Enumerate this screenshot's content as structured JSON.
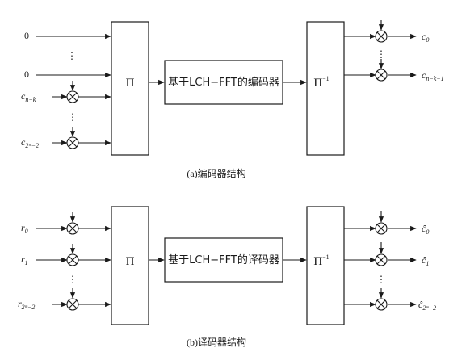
{
  "encoder": {
    "caption": "(a)编码器结构",
    "center_label": "基于LCH−FFT的编码器",
    "perm": "Π",
    "perm_inv_base": "Π",
    "perm_inv_sup": "−1",
    "inputs": {
      "zero_top": "0",
      "vdots_1": "⋮",
      "zero_mid": "0",
      "c_nk_base": "c",
      "c_nk_sub": "n−k",
      "vdots_2": "⋮",
      "c_last_base": "c",
      "c_last_sub": "2ᵐ−2"
    },
    "outputs": {
      "c0_base": "c",
      "c0_sub": "0",
      "vdots": "⋮",
      "cnk1_base": "c",
      "cnk1_sub": "n−k−1"
    }
  },
  "decoder": {
    "caption": "(b)译码器结构",
    "center_label": "基于LCH−FFT的译码器",
    "perm": "Π",
    "perm_inv_base": "Π",
    "perm_inv_sup": "−1",
    "inputs": {
      "r0_base": "r",
      "r0_sub": "0",
      "r1_base": "r",
      "r1_sub": "1",
      "vdots": "⋮",
      "rlast_base": "r",
      "rlast_sub": "2ᵐ−2"
    },
    "outputs": {
      "c0_base": "ĉ",
      "c0_sub": "0",
      "c1_base": "ĉ",
      "c1_sub": "1",
      "vdots": "⋮",
      "clast_base": "ĉ",
      "clast_sub": "2ᵐ−2"
    }
  }
}
